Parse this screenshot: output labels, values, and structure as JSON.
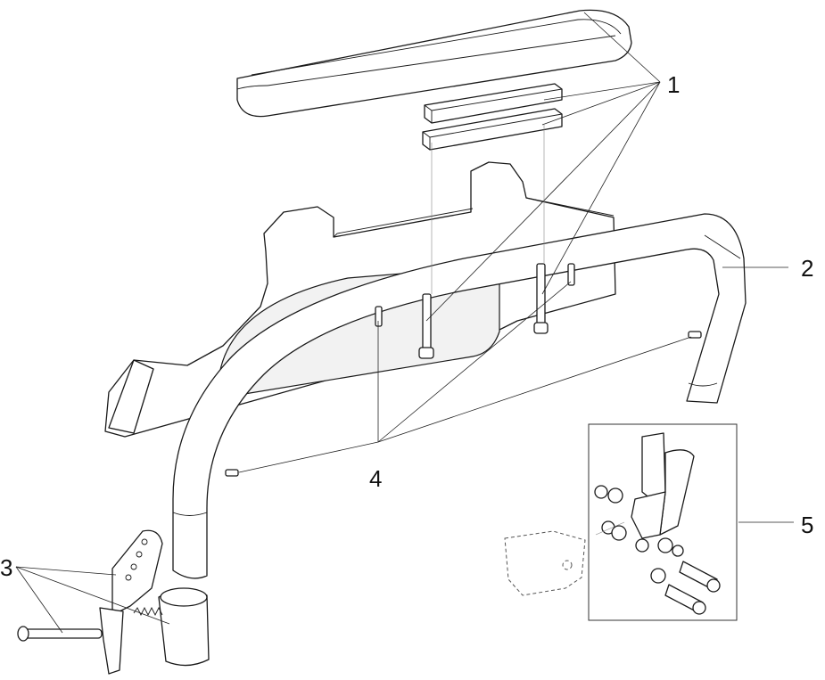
{
  "callouts": {
    "one": "1",
    "two": "2",
    "three": "3",
    "four": "4",
    "five": "5"
  },
  "colors": {
    "line": "#1a1a1a",
    "background": "#ffffff"
  }
}
